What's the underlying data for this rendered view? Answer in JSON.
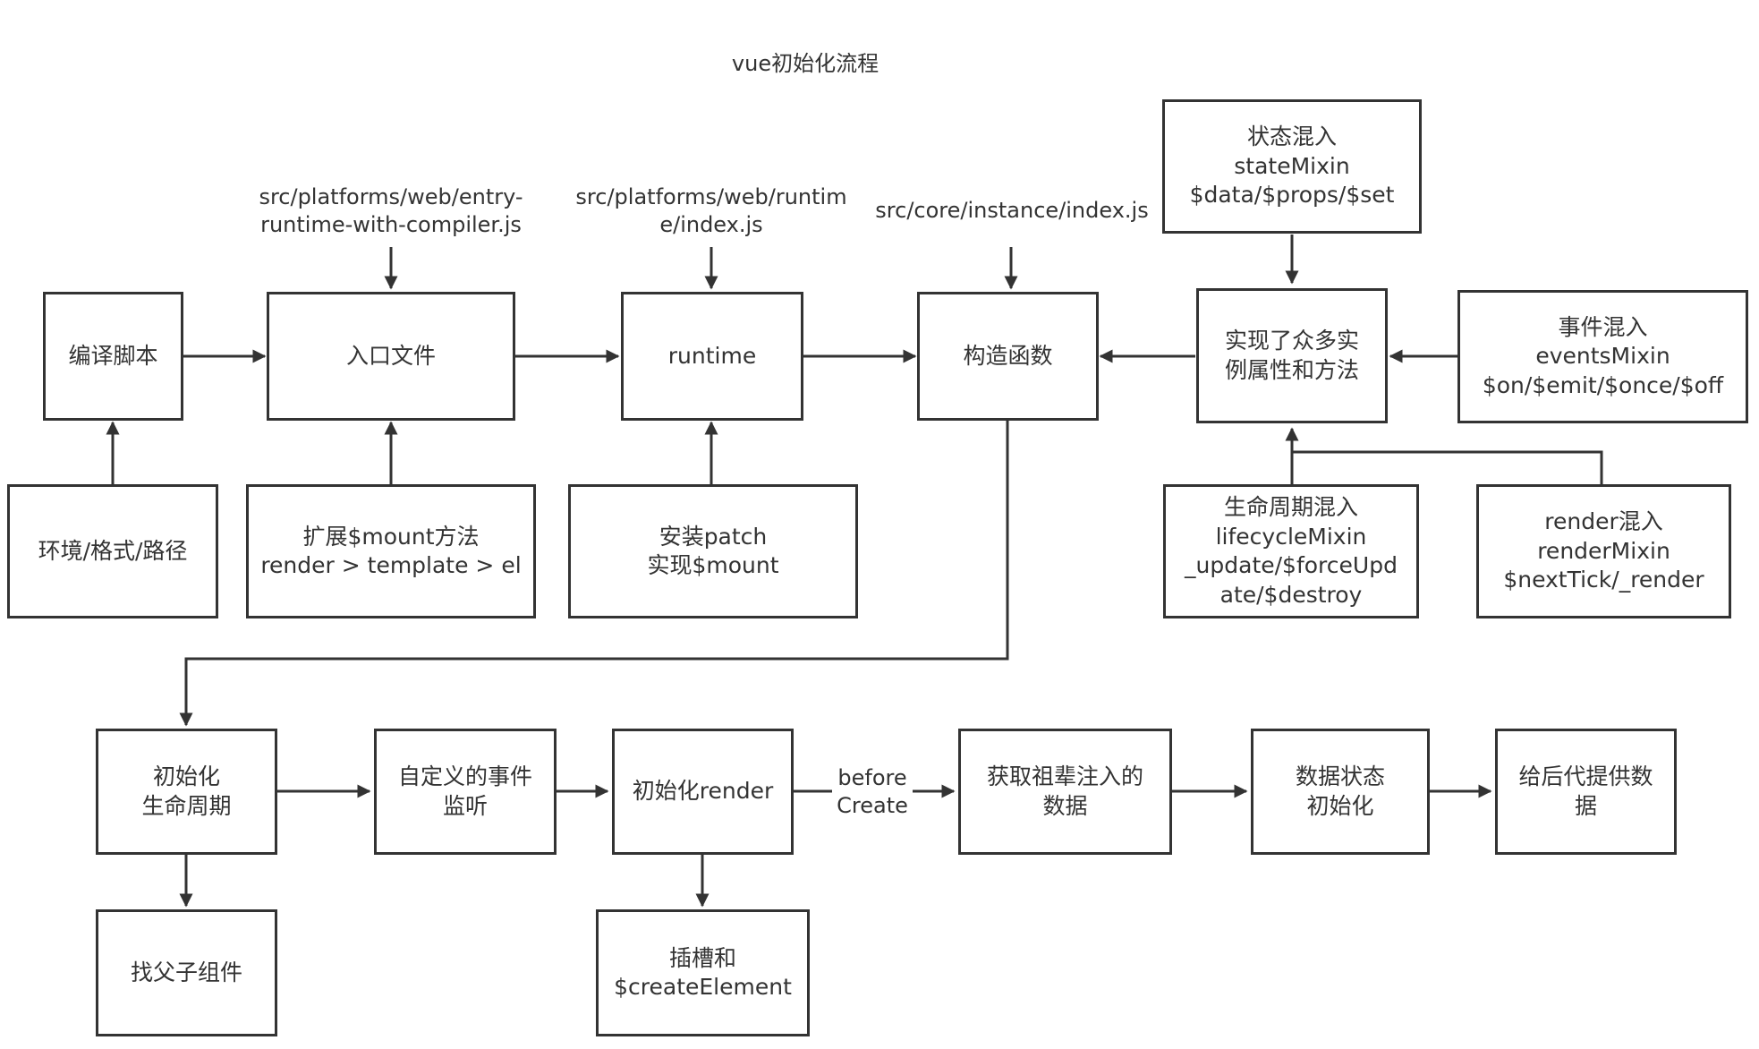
{
  "title": "vue初始化流程",
  "nodes": {
    "compile_script": "编译脚本",
    "env_format_path": "环境/格式/路径",
    "entry_file": "入口文件",
    "extend_mount": "扩展$mount方法\nrender > template > el",
    "runtime": "runtime",
    "install_patch": "安装patch\n实现$mount",
    "constructor": "构造函数",
    "implement_props": "实现了众多实\n例属性和方法",
    "state_mixin": "状态混入\nstateMixin\n$data/$props/$set",
    "events_mixin": "事件混入\neventsMixin\n$on/$emit/$once/$off",
    "lifecycle_mixin": "生命周期混入\nlifecycleMixin\n_update/$forceUpd\nate/$destroy",
    "render_mixin": "render混入\nrenderMixin\n$nextTick/_render",
    "init_lifecycle": "初始化\n生命周期",
    "find_parent_child": "找父子组件",
    "custom_events": "自定义的事件\n监听",
    "init_render": "初始化render",
    "slots_create_element": "插槽和\n$createElement",
    "get_injections": "获取祖辈注入的\n数据",
    "init_state": "数据状态\n初始化",
    "provide_data": "给后代提供数\n据"
  },
  "labels": {
    "entry_path": "src/platforms/web/entry-\nruntime-with-compiler.js",
    "runtime_path": "src/platforms/web/runtim\ne/index.js",
    "instance_path": "src/core/instance/index.js",
    "before_create": "before\nCreate"
  }
}
